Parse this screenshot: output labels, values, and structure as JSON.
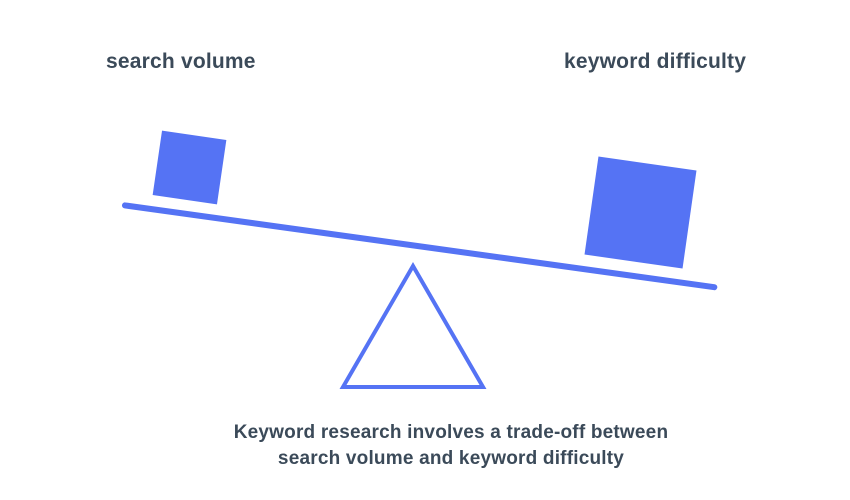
{
  "colors": {
    "accent_blue": "#5573f4",
    "text_dark": "#3b4a59",
    "background": "#ffffff"
  },
  "labels": {
    "left": "search volume",
    "right": "keyword difficulty"
  },
  "caption": {
    "line1": "Keyword research involves a trade-off between",
    "line2": "search volume and keyword difficulty"
  },
  "diagram": {
    "type": "seesaw-balance",
    "beam_tilt": "down to the right",
    "small_weight_represents": "search volume",
    "large_weight_represents": "keyword difficulty",
    "fulcrum_shape": "outlined triangle"
  }
}
